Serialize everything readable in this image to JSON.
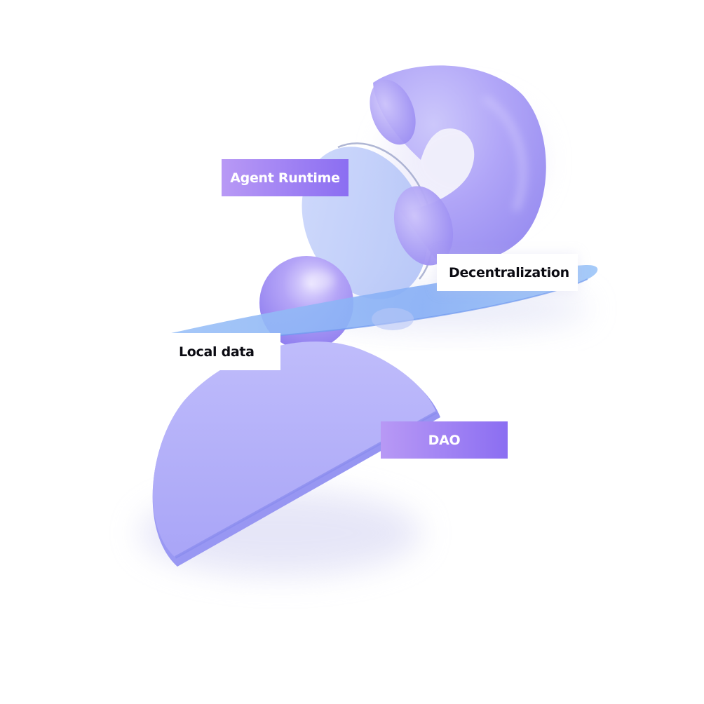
{
  "tags": {
    "agent_runtime": "Agent Runtime",
    "decentralization": "Decentralization",
    "local_data": "Local data",
    "dao": "DAO"
  },
  "colors": {
    "tag_gradient_start": "#b695f5",
    "tag_gradient_end": "#8a6df2",
    "shape_violet": "#a8a6f8",
    "shape_blue": "#8fb6f6",
    "tag_text_dark": "#0b0b12",
    "tag_text_light": "#ffffff"
  }
}
